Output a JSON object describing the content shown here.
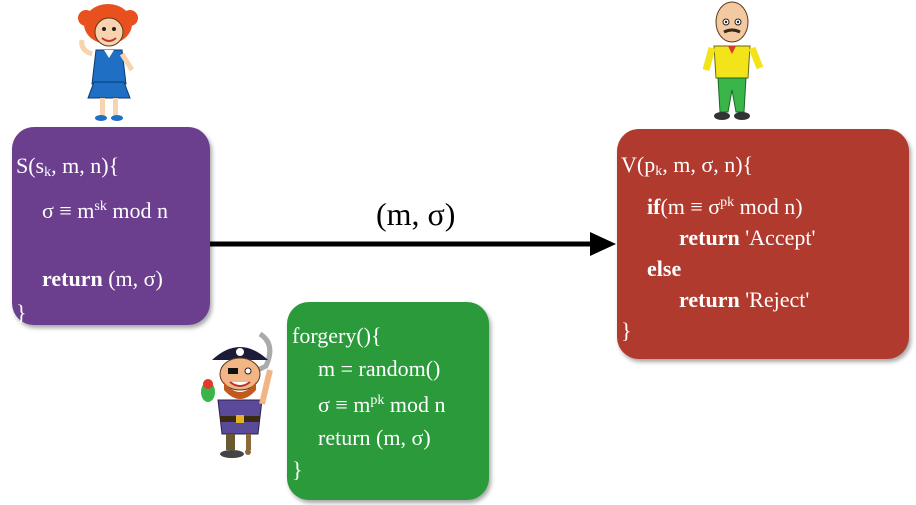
{
  "message_label": "(m, σ)",
  "colors": {
    "signer_box": "#6c3f8e",
    "verifier_box": "#b03a2e",
    "forgery_box": "#2a9a3a",
    "arrow": "#000000"
  },
  "signer": {
    "header_prefix": "S(s",
    "header_sub": "k",
    "header_suffix": ", m, n){",
    "line1_prefix": "σ ≡ m",
    "line1_sup": "sk",
    "line1_suffix": " mod n",
    "return_kw": "return",
    "return_val": " (m, σ)",
    "close": "}"
  },
  "verifier": {
    "header_prefix": "V(p",
    "header_sub": "k",
    "header_suffix": ", m, σ, n){",
    "if_kw": "if",
    "if_prefix": "(m ≡ σ",
    "if_sup": "pk",
    "if_suffix": " mod n)",
    "return_kw1": "return",
    "accept_val": " 'Accept'",
    "else_kw": "else",
    "return_kw2": "return",
    "reject_val": " 'Reject'",
    "close": "}"
  },
  "forgery": {
    "header": "forgery(){",
    "line1": "m = random()",
    "line2_prefix": "σ ≡ m",
    "line2_sup": "pk",
    "line2_suffix": " mod n",
    "line3": "return (m, σ)",
    "close": "}"
  },
  "characters": {
    "signer": "woman-icon",
    "verifier": "bald-man-icon",
    "forger": "pirate-icon"
  }
}
